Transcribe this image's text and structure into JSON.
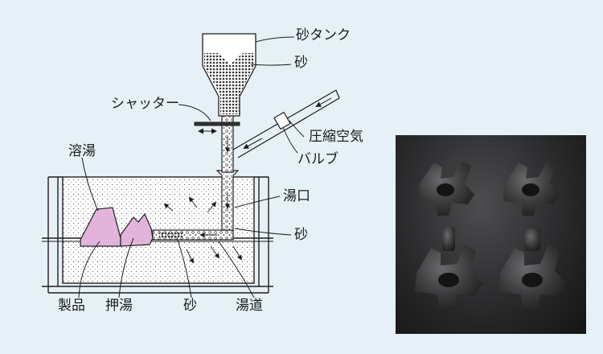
{
  "labels": {
    "sand_tank": "砂タンク",
    "sand_top": "砂",
    "shutter": "シャッター",
    "compressed_air": "圧縮空気",
    "valve": "バルブ",
    "molten_metal": "溶湯",
    "sprue": "湯口",
    "sand_right": "砂",
    "product": "製品",
    "riser": "押湯",
    "sand_bottom": "砂",
    "runner": "湯道"
  },
  "colors": {
    "background": "#e6f1f7",
    "line": "#1e1e1e",
    "casting": "#e2b4dc",
    "mold_fill": "#ffffff",
    "photo_bg": "#2a2a2c",
    "part": "#3a3a3c"
  }
}
